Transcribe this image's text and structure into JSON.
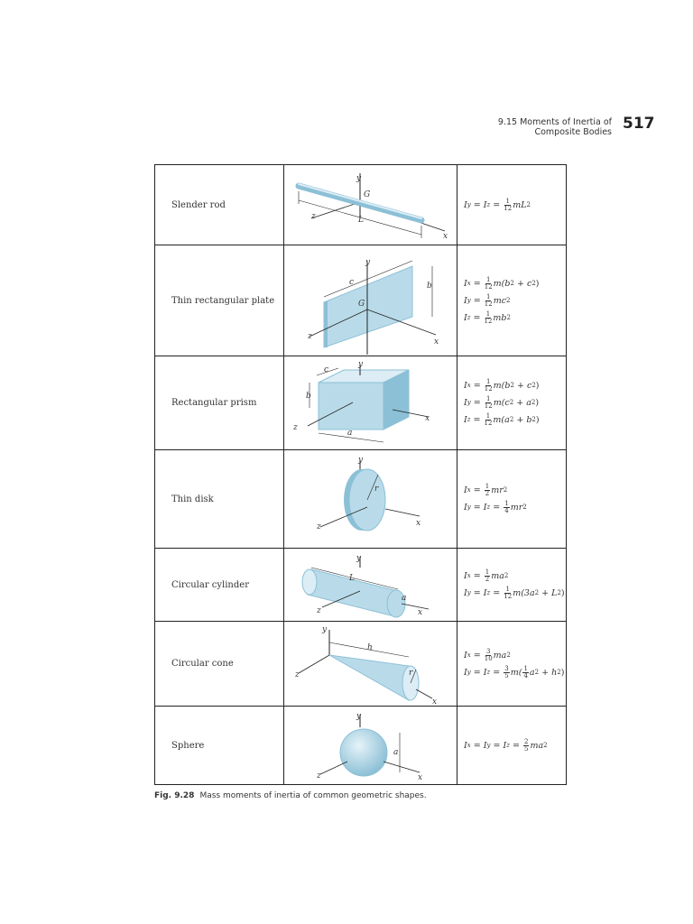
{
  "header": {
    "section": "9.15 Moments of Inertia of",
    "section_line2": "Composite Bodies",
    "page_number": "517"
  },
  "rows": [
    {
      "name": "Slender rod"
    },
    {
      "name": "Thin rectangular plate"
    },
    {
      "name": "Rectangular prism"
    },
    {
      "name": "Thin disk"
    },
    {
      "name": "Circular cylinder"
    },
    {
      "name": "Circular cone"
    },
    {
      "name": "Sphere"
    }
  ],
  "labels": {
    "x": "x",
    "y": "y",
    "z": "z",
    "G": "G",
    "L": "L",
    "a": "a",
    "b": "b",
    "c": "c",
    "r": "r",
    "h": "h"
  },
  "formula_text": {
    "I": "I",
    "eq": "=",
    "plus": "+",
    "m": "m",
    "one": "1",
    "two": "2",
    "three": "3",
    "four": "4",
    "five": "5",
    "ten": "10",
    "twelve": "12",
    "mL2": "mL",
    "m_open": "m(",
    "close": ")",
    "mc": "mc",
    "mb": "mb",
    "mr": "mr",
    "ma": "ma",
    "m_open_3a": "m(3a",
    "L2": "L",
    "h2": "h",
    "a2": "a",
    "b2": "b",
    "c2": "c"
  },
  "caption": {
    "label": "Fig. 9.28",
    "text": "Mass moments of inertia of common geometric shapes."
  },
  "colors": {
    "shape_fill": "#b9dbe9",
    "shape_dark": "#8cc0d6",
    "shape_light": "#dcedf5",
    "line": "#222222"
  }
}
